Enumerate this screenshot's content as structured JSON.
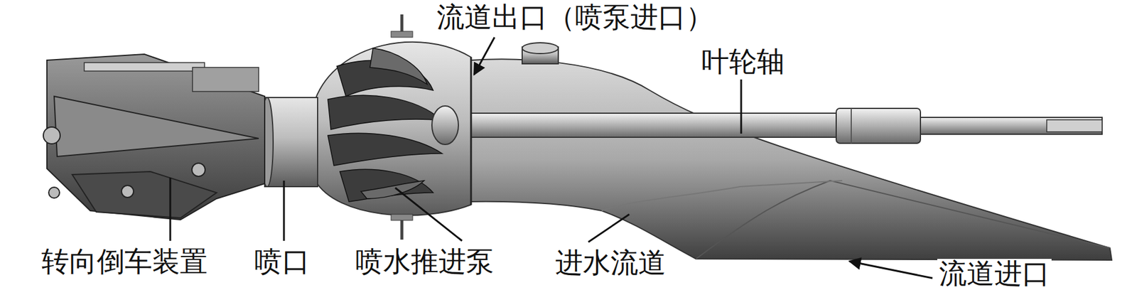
{
  "diagram": {
    "labels": [
      "流道出口（喷泵进口）",
      "叶轮轴",
      "转向倒车装置",
      "喷口",
      "喷水推进泵",
      "进水流道",
      "流道进口"
    ]
  }
}
